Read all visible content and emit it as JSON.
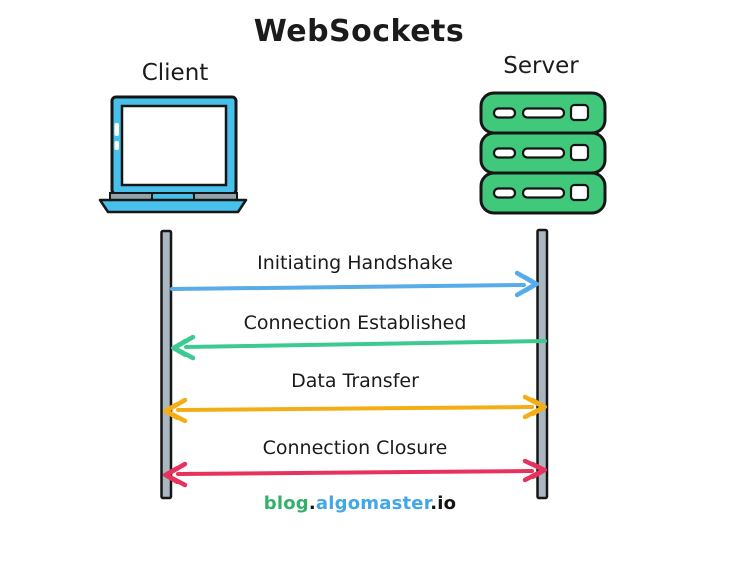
{
  "title": "WebSockets",
  "participants": {
    "client": {
      "label": "Client",
      "icon": "laptop-icon"
    },
    "server": {
      "label": "Server",
      "icon": "server-stack-icon"
    }
  },
  "messages": [
    {
      "label": "Initiating Handshake",
      "direction": "right",
      "color": "#58ACE8"
    },
    {
      "label": "Connection Established",
      "direction": "left",
      "color": "#3DCA90"
    },
    {
      "label": "Data Transfer",
      "direction": "both",
      "color": "#F3AE16"
    },
    {
      "label": "Connection Closure",
      "direction": "both",
      "color": "#E8325E"
    }
  ],
  "footer": {
    "part1": "blog",
    "sep1": ".",
    "part2": "algomaster",
    "sep2": ".",
    "part3": "io",
    "part1_color": "#33B06A",
    "part2_color": "#41A7E6",
    "text_color": "#141414"
  },
  "colors": {
    "background": "#FFFFFF",
    "outline": "#161616",
    "laptop_blue": "#47C1EB",
    "hinge_gray": "#93A3AE",
    "server_green": "#40C97B",
    "lifeline_gray": "#A9B5BF",
    "text": "#1B1B1B"
  }
}
